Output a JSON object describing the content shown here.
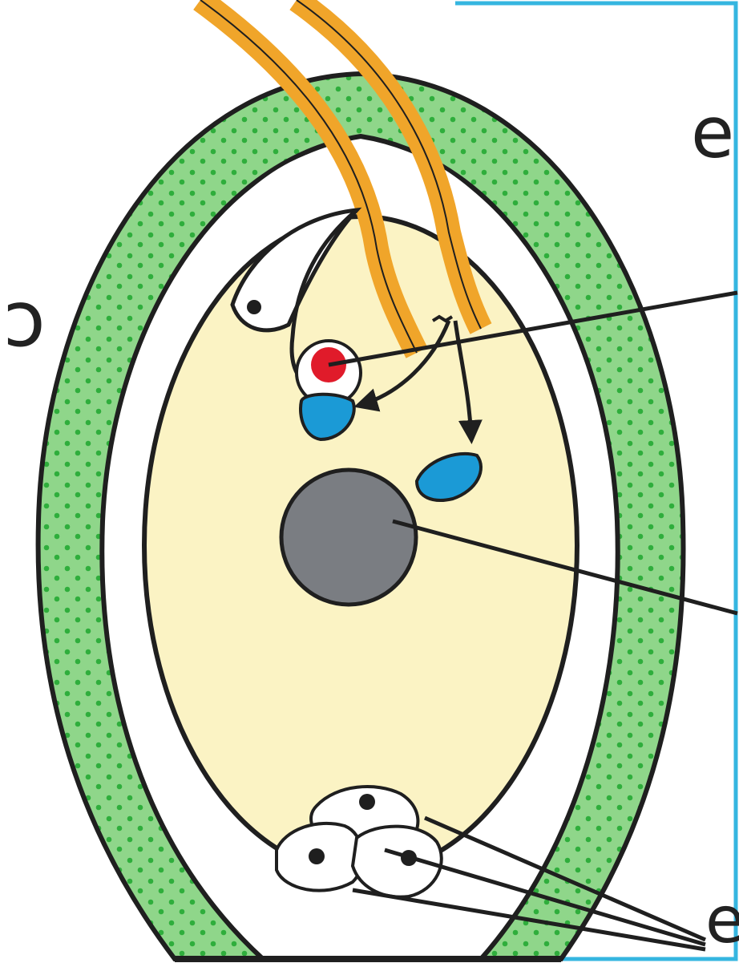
{
  "colors": {
    "integument": "#8fd68a",
    "integument_dots": "#2fae3c",
    "embryo_sac": "#fbf3c4",
    "outline": "#1f1f1f",
    "pollen_tube": "#f0a52a",
    "egg_nucleus": "#e01b2a",
    "sperm_cell": "#1b9ad6",
    "central_nucleus": "#7a7d82",
    "frame_accent": "#35b6e0"
  },
  "edge_labels": {
    "left": "ɔ",
    "top_right": "e",
    "bottom_right": "e"
  },
  "icons": [
    "pollen-tube",
    "synergid-cell",
    "egg-cell",
    "sperm-cell",
    "polar-nucleus",
    "antipodal-cells",
    "pointer-line",
    "arrow"
  ]
}
